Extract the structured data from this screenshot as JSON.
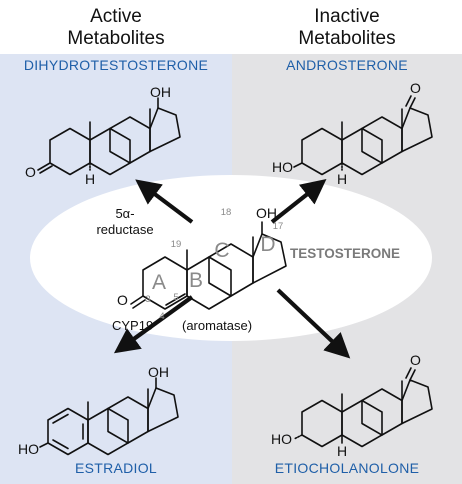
{
  "headers": {
    "active_line1": "Active",
    "active_line2": "Metabolites",
    "inactive_line1": "Inactive",
    "inactive_line2": "Metabolites"
  },
  "metabolites": {
    "dihydrotestosterone": "DIHYDROTESTOSTERONE",
    "androsterone": "ANDROSTERONE",
    "estradiol": "ESTRADIOL",
    "etiocholanolone": "ETIOCHOLANOLONE"
  },
  "center": {
    "title": "TESTOSTERONE",
    "ring_a": "A",
    "ring_b": "B",
    "ring_c": "C",
    "ring_d": "D",
    "carbon_numbers": [
      "18",
      "17",
      "19",
      "3",
      "4",
      "5"
    ]
  },
  "enzymes": {
    "reductase_line1": "5α-",
    "reductase_line2": "reductase",
    "aromatase_code": "CYP19",
    "aromatase_name": "(aromatase)"
  },
  "atoms": {
    "oh": "OH",
    "o": "O",
    "h": "H",
    "ho": "HO"
  },
  "colors": {
    "active_panel": "#dde4f3",
    "inactive_panel": "#e3e3e5",
    "center_ellipse": "#ffffff",
    "metabolite_text": "#1f5fa8",
    "center_title": "#7a7a7a"
  }
}
